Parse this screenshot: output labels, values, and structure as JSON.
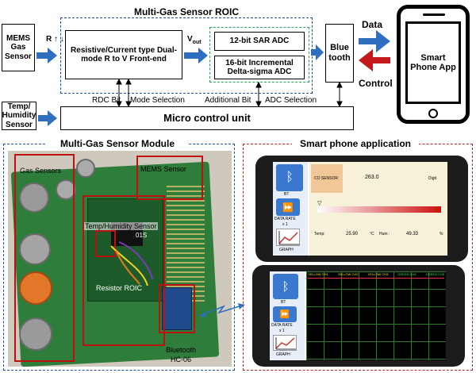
{
  "top": {
    "roic_title": "Multi-Gas Sensor ROIC",
    "mems_gas_sensor": "MEMS Gas Sensor",
    "r_label": "R",
    "frontend": "Resistive/Current type Dual-mode R to V Front-end",
    "vout_label": "V",
    "vout_sub": "out",
    "sar_adc": "12-bit SAR ADC",
    "ds_adc": "16-bit Incremental Delta-sigma ADC",
    "bluetooth": "Blue tooth",
    "data_label": "Data",
    "control_label": "Control",
    "smartphone": "Smart Phone App",
    "rdc_bit": "RDC Bit",
    "mode_selection": "Mode Selection",
    "additional_bit": "Additional Bit",
    "adc_selection": "ADC Selection",
    "temp_sensor": "Temp/ Humidity Sensor",
    "mcu": "Micro control unit"
  },
  "module": {
    "title": "Multi-Gas Sensor Module",
    "gas_sensors": "Gas Sensors",
    "mems_sensor": "MEMS Sensor",
    "temp_humidity": "Temp/Humidity Sensor",
    "chip_code": "01S",
    "resistor_roic": "Resistor ROIC",
    "bluetooth": "Bluetooth",
    "bluetooth_model": "HC-06"
  },
  "app": {
    "title": "Smart phone application",
    "bt": "BT",
    "data_rate": "DATA RATE",
    "rate_value": "x 1",
    "graph": "GRAPH",
    "co_sensor": "CO SENSOR",
    "co_value": "263.0",
    "co_unit": "Digit",
    "temp_label": "Temp:",
    "temp_value": "25.90",
    "temp_unit": "°C",
    "hum_label": "Hum :",
    "hum_value": "49.33",
    "hum_unit": "%",
    "graph_legend": [
      "YELLOW CH1",
      "YELLOW CH2",
      "YELLOW CH3",
      "GREEN CH4",
      "GREEN CH5"
    ]
  },
  "colors": {
    "arrow_blue": "#2e6fc0",
    "arrow_red": "#c4191c",
    "dash_blue": "#1f4fa8",
    "dash_green": "#2aa55a",
    "dash_red": "#b22222",
    "pcb_green": "#2f7d3a"
  }
}
